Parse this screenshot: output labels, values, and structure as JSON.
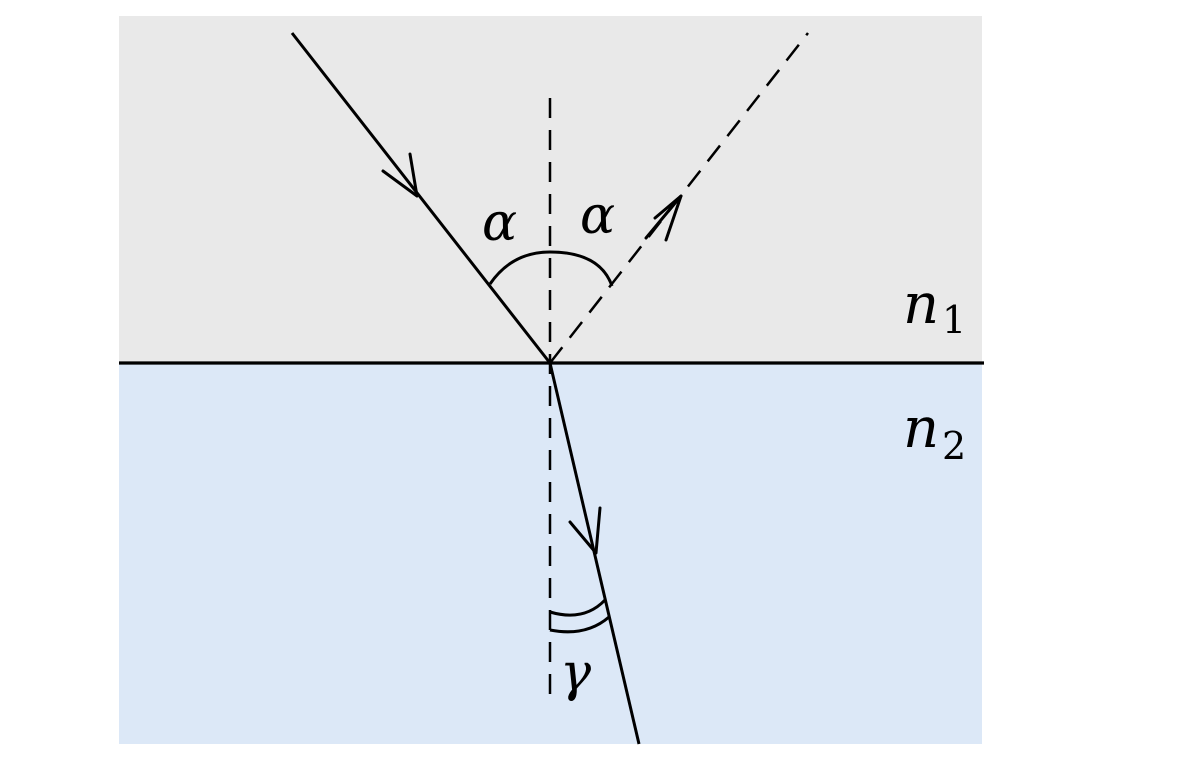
{
  "diagram": {
    "medium_top": {
      "label": "n",
      "subscript": "1",
      "color": "#e9e9e9"
    },
    "medium_bottom": {
      "label": "n",
      "subscript": "2",
      "color": "#dce8f7"
    },
    "angles": {
      "incidence": "α",
      "reflection": "α",
      "refraction": "γ"
    },
    "line_color": "#000000"
  }
}
